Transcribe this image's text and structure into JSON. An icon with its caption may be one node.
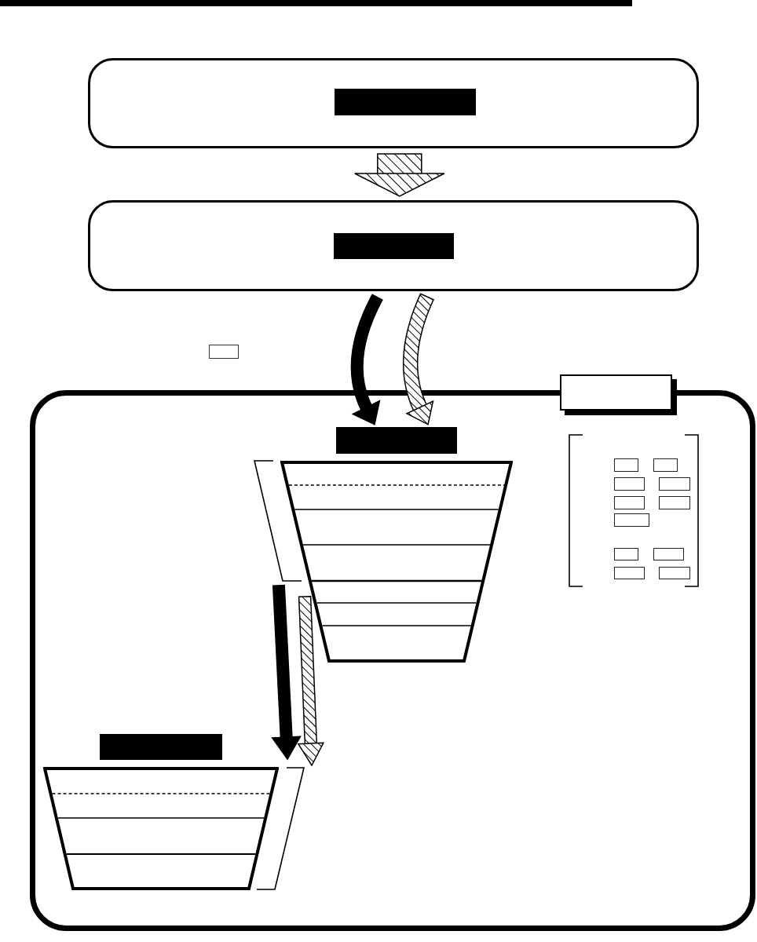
{
  "diagram": {
    "nodes": [
      {
        "text": [],
        "shape": "box"
      },
      {
        "text": [],
        "shape": "bar",
        "in": 0
      },
      {
        "text": [],
        "shape": "box"
      },
      {
        "text": [],
        "shape": "bar",
        "in": 2
      },
      {
        "text": [],
        "shape": "box"
      },
      {
        "text": [],
        "shape": "box"
      },
      {
        "text": [],
        "shape": "bar",
        "in": 4
      },
      {
        "text": [],
        "shape": "trapezoid",
        "in": 4
      },
      {
        "text": [],
        "shape": "bar",
        "in": 4
      },
      {
        "text": [],
        "shape": "trapezoid",
        "in": 4
      }
    ],
    "edges": [
      {
        "from": 0,
        "to": 2,
        "arrow": "to"
      },
      {
        "from": 2,
        "to": 6,
        "arrow": "to",
        "style": "thick"
      },
      {
        "from": 2,
        "to": 6,
        "arrow": "to"
      },
      {
        "from": 7,
        "to": 9,
        "arrow": "to",
        "style": "thick"
      },
      {
        "from": 7,
        "to": 9,
        "arrow": "to"
      }
    ]
  }
}
